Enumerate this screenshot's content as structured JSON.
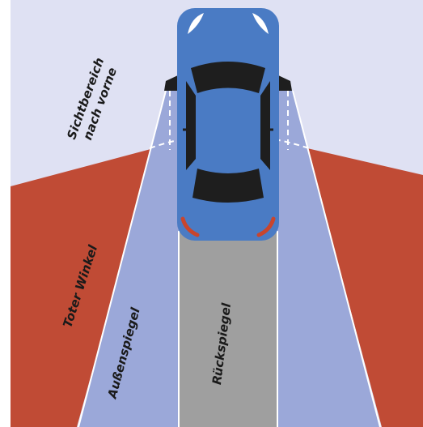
{
  "labels": {
    "front_line1": "Sichtbereich",
    "front_line2": "nach vorne",
    "blind_spot": "Toter Winkel",
    "side_mirror": "Außenspiegel",
    "rear_mirror": "Rückspiegel"
  },
  "colors": {
    "front_zone": "#dfe1f3",
    "blind_spot": "#c04b35",
    "side_mirror_zone": "#9ba8d9",
    "rear_mirror_zone": "#9f9f9f",
    "car_body": "#4a7bc4",
    "glass": "#1e1e1e",
    "tail_light": "#c8452d"
  }
}
